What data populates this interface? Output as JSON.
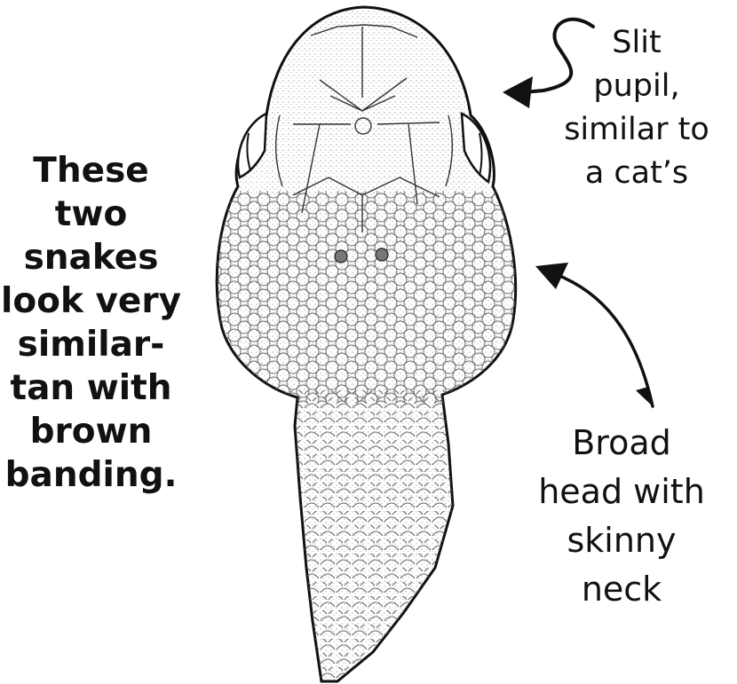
{
  "annotations": {
    "left_note": "These\ntwo\nsnakes\nlook very\nsimilar-\ntan with\nbrown\nbanding.",
    "pupil_note": "Slit\npupil,\nsimilar to\na cat’s",
    "neck_note": "Broad\nhead with\nskinny\nneck"
  },
  "colors": {
    "ink": "#111111",
    "background": "#ffffff",
    "stipple": "#8a8a8a"
  }
}
